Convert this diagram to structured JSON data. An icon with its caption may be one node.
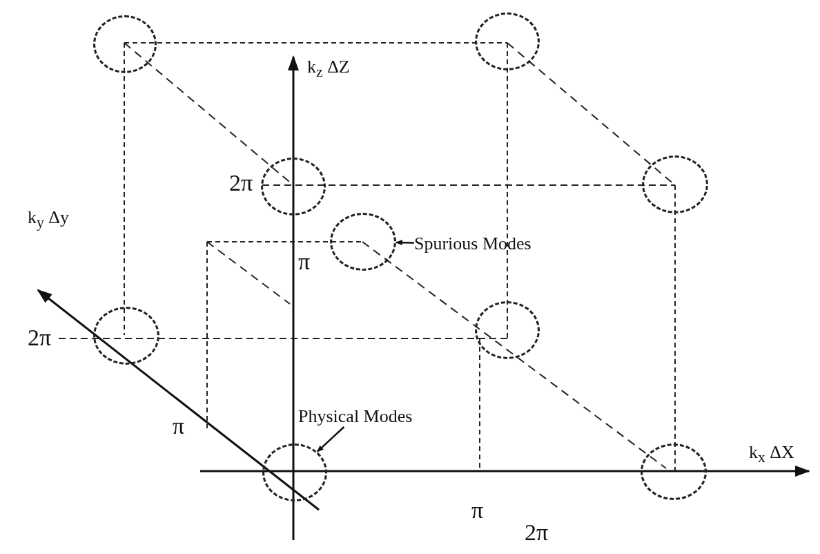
{
  "diagram": {
    "nodes": [
      {
        "text": [
          "Spurious Modes"
        ]
      },
      {
        "text": [
          "Physical Modes"
        ]
      },
      {
        "text": [],
        "shape": "circle"
      },
      {
        "text": [],
        "shape": "circle"
      },
      {
        "text": [],
        "shape": "circle"
      },
      {
        "text": [],
        "shape": "circle"
      },
      {
        "text": [],
        "shape": "circle"
      },
      {
        "text": [],
        "shape": "circle"
      },
      {
        "text": [],
        "shape": "circle"
      },
      {
        "text": [],
        "shape": "circle"
      },
      {
        "text": [],
        "shape": "circle"
      }
    ],
    "edges": [
      {
        "from": 0,
        "to": 6,
        "arrow": "to"
      },
      {
        "from": 1,
        "to": 9,
        "arrow": "to"
      }
    ],
    "labels": [
      "k$_{z}$ ΔZ",
      "2π",
      "k$_{y}$ Δy",
      "π",
      "2π",
      "π",
      "k$_{x}$ ΔX",
      "π",
      "2π"
    ]
  }
}
